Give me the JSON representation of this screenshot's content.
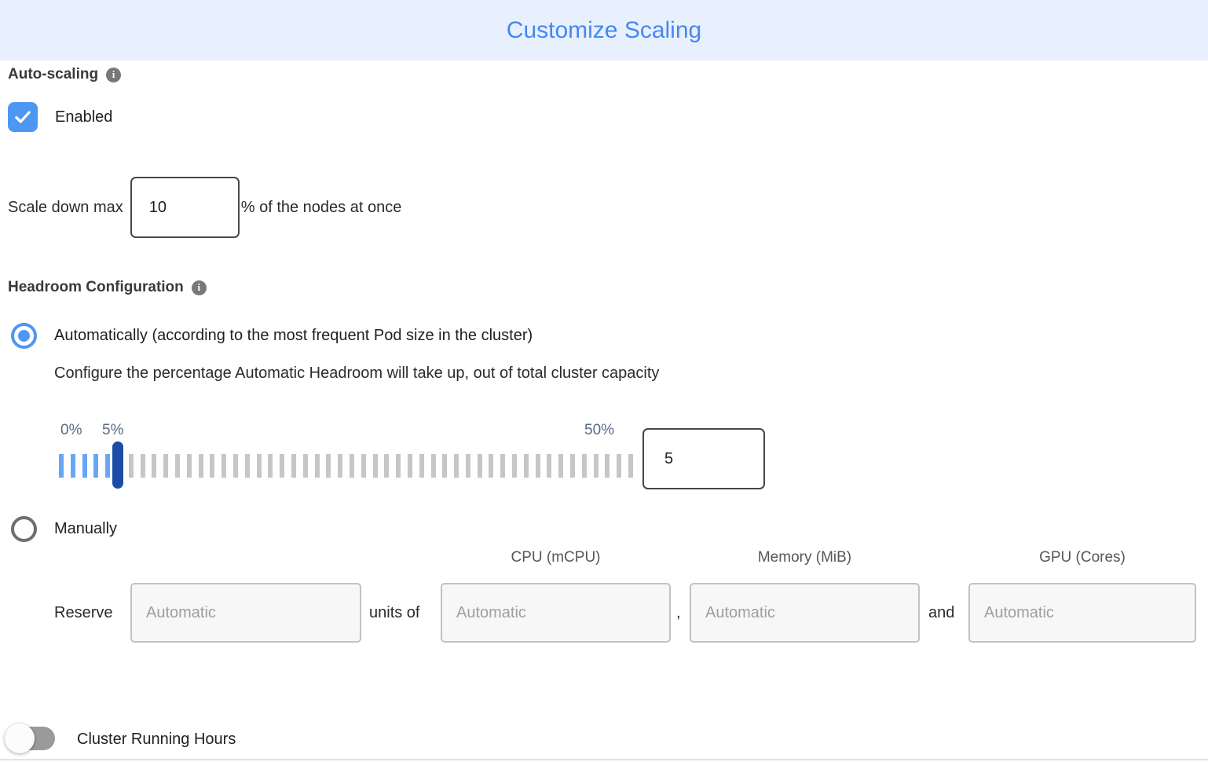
{
  "header": {
    "title": "Customize Scaling"
  },
  "auto_scaling": {
    "label": "Auto-scaling",
    "enabled_label": "Enabled",
    "checked": true
  },
  "scale_down": {
    "prefix": "Scale down max",
    "value": "10",
    "suffix": "% of the nodes at once"
  },
  "headroom": {
    "label": "Headroom Configuration",
    "auto_option": "Automatically (according to the most frequent Pod size in the cluster)",
    "auto_description": "Configure the percentage Automatic Headroom will take up, out of total cluster capacity",
    "selected_option": "auto",
    "slider": {
      "min_label": "0%",
      "current_label": "5%",
      "max_label": "50%",
      "value": "5",
      "ticks_total": 50,
      "ticks_filled": 6
    },
    "manual_option": "Manually"
  },
  "reserve": {
    "label": "Reserve",
    "units_of_label": "units of",
    "comma": ",",
    "and_label": "and",
    "columns": [
      "CPU (mCPU)",
      "Memory (MiB)",
      "GPU (Cores)"
    ],
    "placeholder": "Automatic",
    "values": [
      "",
      "",
      "",
      ""
    ]
  },
  "cluster_running_hours": {
    "label": "Cluster Running Hours",
    "enabled": false
  },
  "icons": {
    "info": "i",
    "check": "checkmark"
  },
  "colors": {
    "header_bg": "#e9f0fd",
    "title_blue": "#4687f2",
    "control_blue": "#4d97f3",
    "slider_handle": "#1b4da7",
    "tick_filled": "#67a6f7",
    "tick_empty": "#c6c6c6",
    "slider_label": "#5a6a87"
  }
}
